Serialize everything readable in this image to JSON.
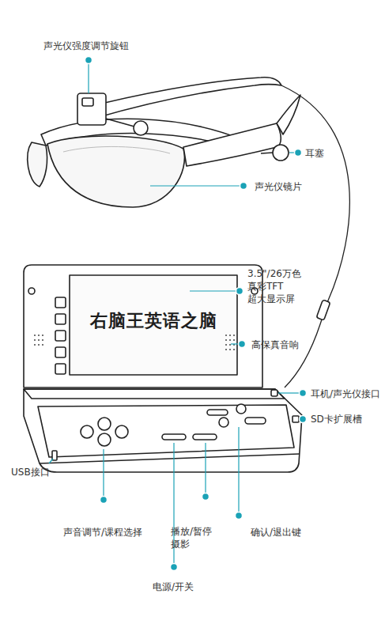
{
  "diagram": {
    "labels": [
      "声光仪强度调节旋钮",
      "耳塞",
      "声光仪镜片",
      "3.5\"/26万色 真彩TFT 超大显示屏",
      "高保真音响",
      "耳机/声光仪接口",
      "SD卡扩展槽",
      "USB接口",
      "声音调节/课程选择",
      "播放/暂停 摄影",
      "确认/退出键",
      "电源/开关",
      "右脑王英语之脑"
    ]
  }
}
